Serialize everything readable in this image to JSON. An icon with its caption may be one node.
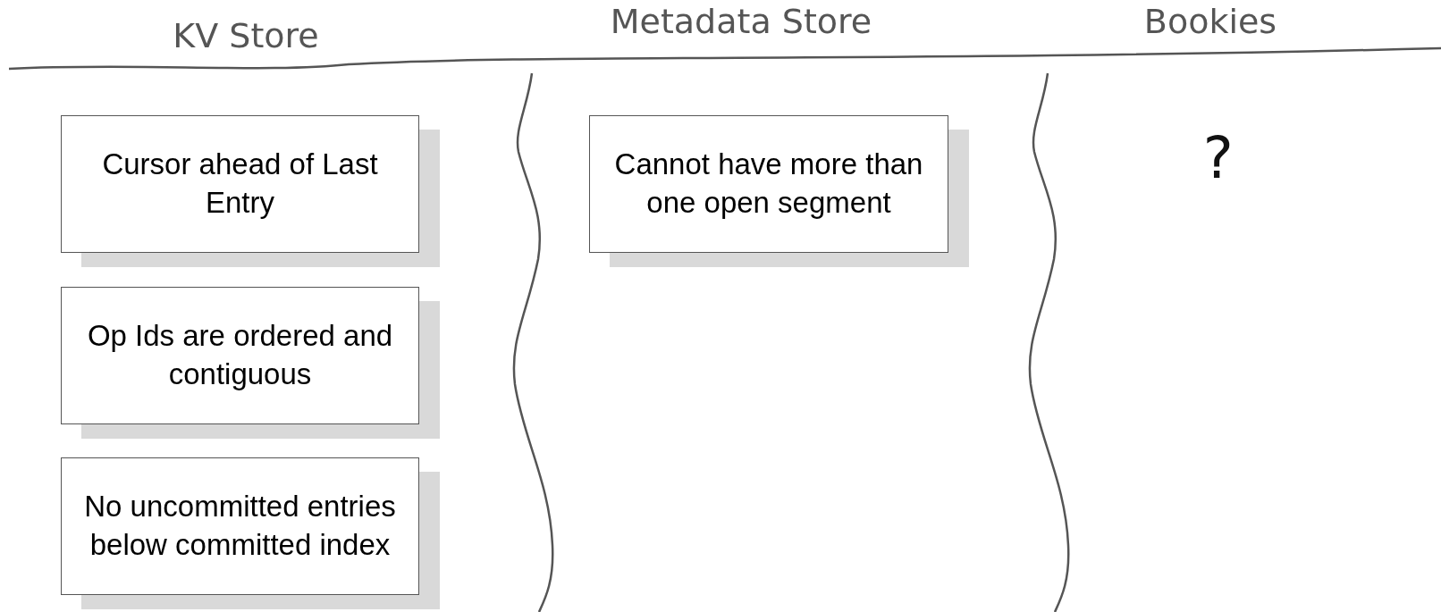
{
  "diagram": {
    "nodes": [
      {
        "text": [
          "Cursor ahead of Last Entry"
        ]
      },
      {
        "text": [
          "Op Ids are ordered and contiguous"
        ]
      },
      {
        "text": [
          "No uncommitted entries below committed index"
        ]
      },
      {
        "text": [
          "Cannot have more than one open segment"
        ]
      }
    ],
    "labels": [
      "KV Store",
      "Metadata Store",
      "Bookies",
      "?"
    ]
  }
}
